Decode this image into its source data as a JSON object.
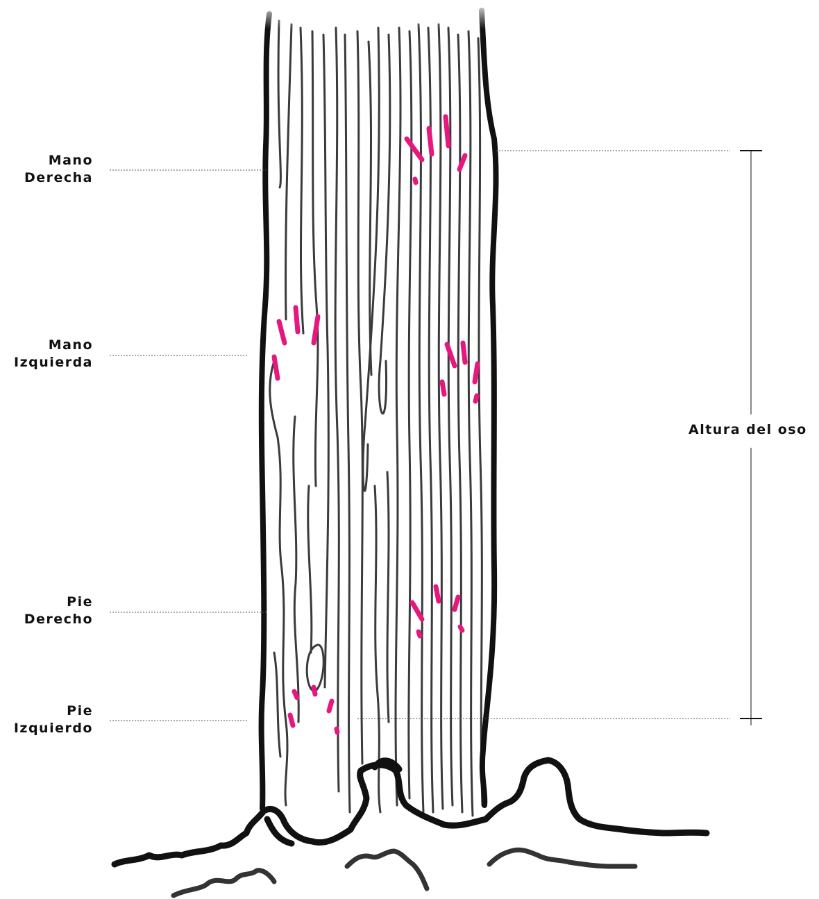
{
  "labels": {
    "right_hand": [
      "Mano",
      "Derecha"
    ],
    "left_hand": [
      "Mano",
      "Izquierda"
    ],
    "right_foot": [
      "Pie",
      "Derecho"
    ],
    "left_foot": [
      "Pie",
      "Izquierdo"
    ],
    "bear_height": "Altura del oso"
  },
  "colors": {
    "ink": "#111111",
    "grain": "#3a3a3a",
    "claw_marks": "#e6177e",
    "guide": "#555555"
  }
}
